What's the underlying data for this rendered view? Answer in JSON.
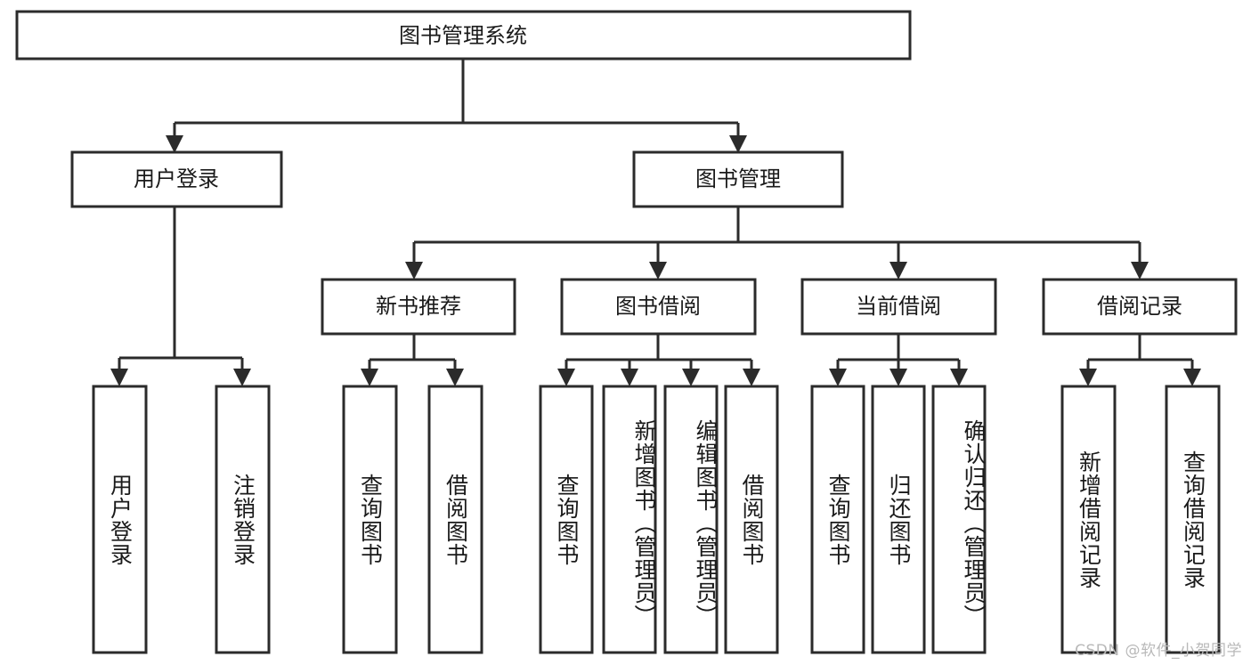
{
  "diagram": {
    "title": "图书管理系统",
    "type": "tree-hierarchy-diagram",
    "colors": {
      "box_stroke": "#2b2b2b",
      "box_fill": "#ffffff",
      "text": "#1a1a1a",
      "background": "#ffffff",
      "watermark": "#b9b9b9"
    },
    "root": {
      "label": "图书管理系统"
    },
    "level2": [
      {
        "label": "用户登录"
      },
      {
        "label": "图书管理"
      }
    ],
    "level3": [
      {
        "label": "新书推荐"
      },
      {
        "label": "图书借阅"
      },
      {
        "label": "当前借阅"
      },
      {
        "label": "借阅记录"
      }
    ],
    "leaves": {
      "user_login": [
        {
          "label": "用户登录"
        },
        {
          "label": "注销登录"
        }
      ],
      "new_book_recommend": [
        {
          "label": "查询图书"
        },
        {
          "label": "借阅图书"
        }
      ],
      "book_borrow": [
        {
          "label": "查询图书"
        },
        {
          "label": "新增图书（管理员）"
        },
        {
          "label": "编辑图书（管理员）"
        },
        {
          "label": "借阅图书"
        }
      ],
      "current_borrow": [
        {
          "label": "查询图书"
        },
        {
          "label": "归还图书"
        },
        {
          "label": "确认归还（管理员）"
        }
      ],
      "borrow_record": [
        {
          "label": "新增借阅记录"
        },
        {
          "label": "查询借阅记录"
        }
      ]
    }
  },
  "watermark": {
    "text": "CSDN @软件_小贺同学"
  }
}
